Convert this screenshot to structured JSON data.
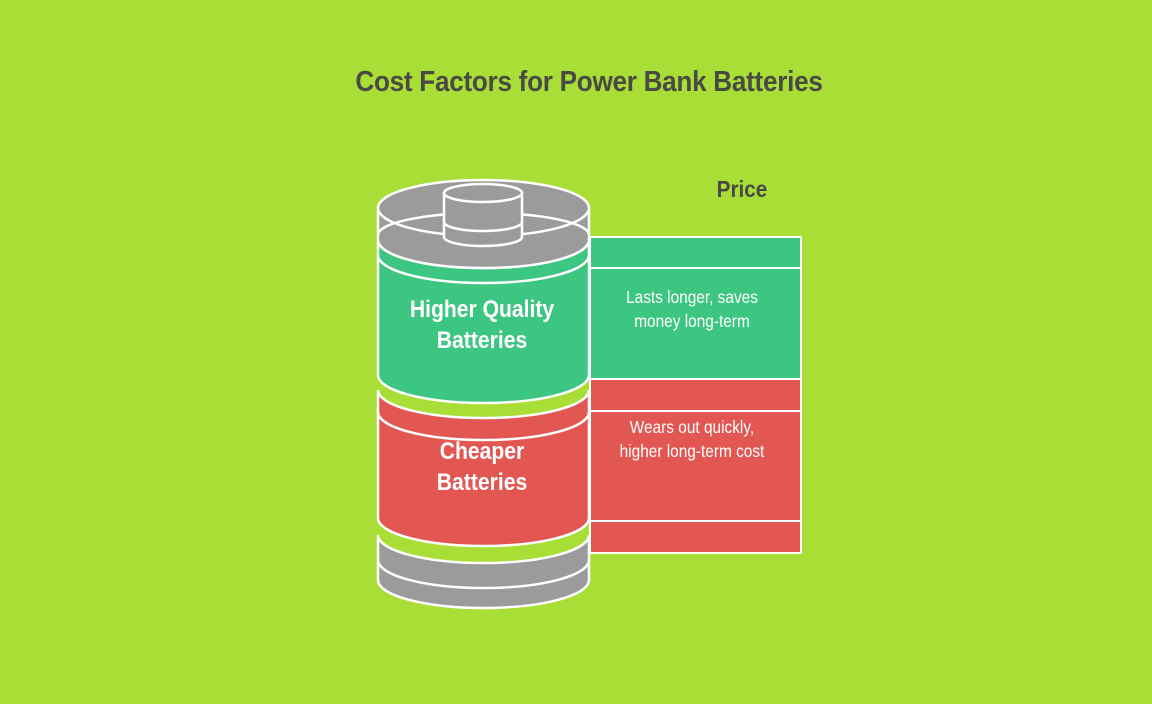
{
  "title": "Cost Factors for Power Bank Batteries",
  "price_label": "Price",
  "bands": [
    {
      "label": "Higher Quality Batteries",
      "note": "Lasts longer, saves money long-term"
    },
    {
      "label": "Cheaper Batteries",
      "note": "Wears out quickly, higher long-term cost"
    }
  ],
  "colors": {
    "background": "#a8de35",
    "quality_band": "#3dc682",
    "cheap_band": "#e35753",
    "battery_cap": "#9b9b9b",
    "outline": "#ffffff",
    "title_text": "#4a4a45"
  }
}
